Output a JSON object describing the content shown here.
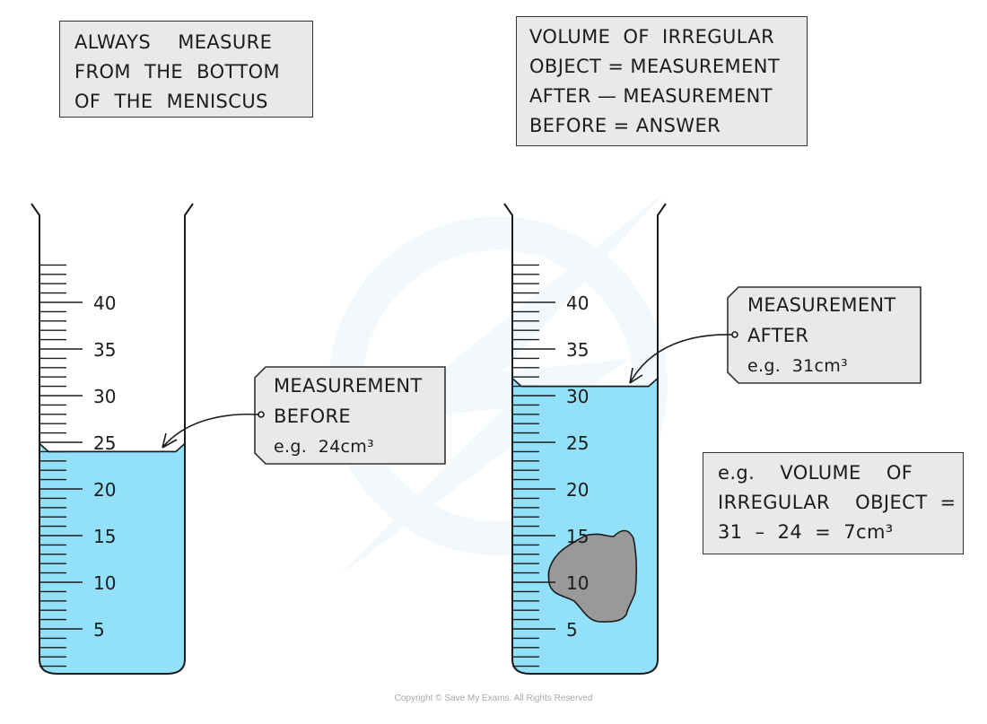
{
  "notes": {
    "tip": {
      "lines": [
        "ALWAYS  MEASURE",
        "FROM THE BOTTOM",
        "OF THE MENISCUS"
      ]
    },
    "formula": {
      "lines": [
        "VOLUME  OF  IRREGULAR",
        "OBJECT = MEASUREMENT",
        "AFTER — MEASUREMENT",
        "BEFORE = ANSWER"
      ]
    },
    "example": {
      "lines": [
        "e.g.  VOLUME  OF",
        "IRREGULAR  OBJECT =",
        "31 – 24 = 7cm³"
      ]
    }
  },
  "cylinders": [
    {
      "id": "before",
      "scale_labels": [
        "5",
        "10",
        "15",
        "20",
        "25",
        "30",
        "35",
        "40"
      ],
      "scale_values": [
        5,
        10,
        15,
        20,
        25,
        30,
        35,
        40
      ],
      "minor_tick_max": 44,
      "liquid_level_cm3": 24,
      "has_object": false,
      "tag": {
        "lines": [
          "MEASUREMENT",
          "BEFORE",
          "e.g.  24cm³"
        ]
      }
    },
    {
      "id": "after",
      "scale_labels": [
        "5",
        "10",
        "15",
        "20",
        "25",
        "30",
        "35",
        "40"
      ],
      "scale_values": [
        5,
        10,
        15,
        20,
        25,
        30,
        35,
        40
      ],
      "minor_tick_max": 44,
      "liquid_level_cm3": 31,
      "has_object": true,
      "tag": {
        "lines": [
          "MEASUREMENT",
          "AFTER",
          "e.g.  31cm³"
        ]
      }
    }
  ],
  "colors": {
    "liquid": "#93e0fb",
    "object": "#999999",
    "box_fill": "#e9e9e9",
    "outline": "#1c1c1c"
  },
  "footer": {
    "copyright": "Copyright © Save My Exams. All Rights Reserved"
  }
}
